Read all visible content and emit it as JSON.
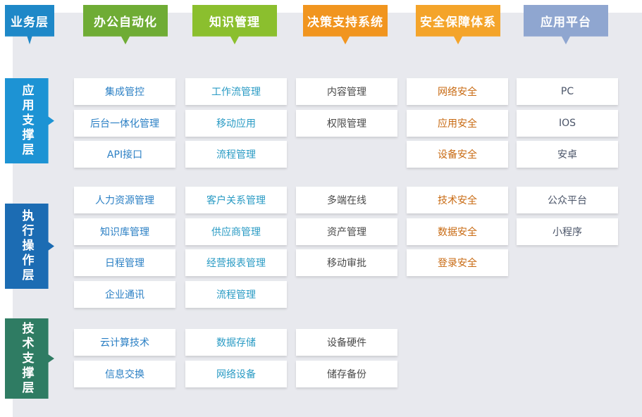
{
  "colors": {
    "panel_bg": "#e8e9ee",
    "business": "#1e88c8",
    "office": "#6fac35",
    "knowledge": "#8bbf2e",
    "decision": "#f1951f",
    "security": "#f4a42a",
    "platform": "#8fa6d0",
    "layer_app": "#1d93d4",
    "layer_exec": "#1c6cb3",
    "layer_tech": "#2f7c63",
    "text_blue": "#2a7fc4",
    "text_teal": "#2a9bc4",
    "text_dark": "#4a4a4a",
    "text_orange": "#c86a12",
    "text_gray": "#4a5468"
  },
  "header": {
    "corner": "业务层",
    "columns": [
      "办公自动化",
      "知识管理",
      "决策支持系统",
      "安全保障体系",
      "应用平台"
    ]
  },
  "layers": [
    {
      "label": "应用支撑层",
      "columns": [
        [
          "集成管控",
          "后台一体化管理",
          "API接口"
        ],
        [
          "工作流管理",
          "移动应用",
          "流程管理"
        ],
        [
          "内容管理",
          "权限管理"
        ],
        [
          "网络安全",
          "应用安全",
          "设备安全"
        ],
        [
          "PC",
          "IOS",
          "安卓"
        ]
      ]
    },
    {
      "label": "执行操作层",
      "columns": [
        [
          "人力资源管理",
          "知识库管理",
          "日程管理",
          "企业通讯"
        ],
        [
          "客户关系管理",
          "供应商管理",
          "经营报表管理",
          "流程管理"
        ],
        [
          "多端在线",
          "资产管理",
          "移动审批"
        ],
        [
          "技术安全",
          "数据安全",
          "登录安全"
        ],
        [
          "公众平台",
          "小程序"
        ]
      ]
    },
    {
      "label": "技术支撑层",
      "columns": [
        [
          "云计算技术",
          "信息交换"
        ],
        [
          "数据存储",
          "网络设备"
        ],
        [
          "设备硬件",
          "储存备份"
        ],
        [],
        []
      ]
    }
  ]
}
